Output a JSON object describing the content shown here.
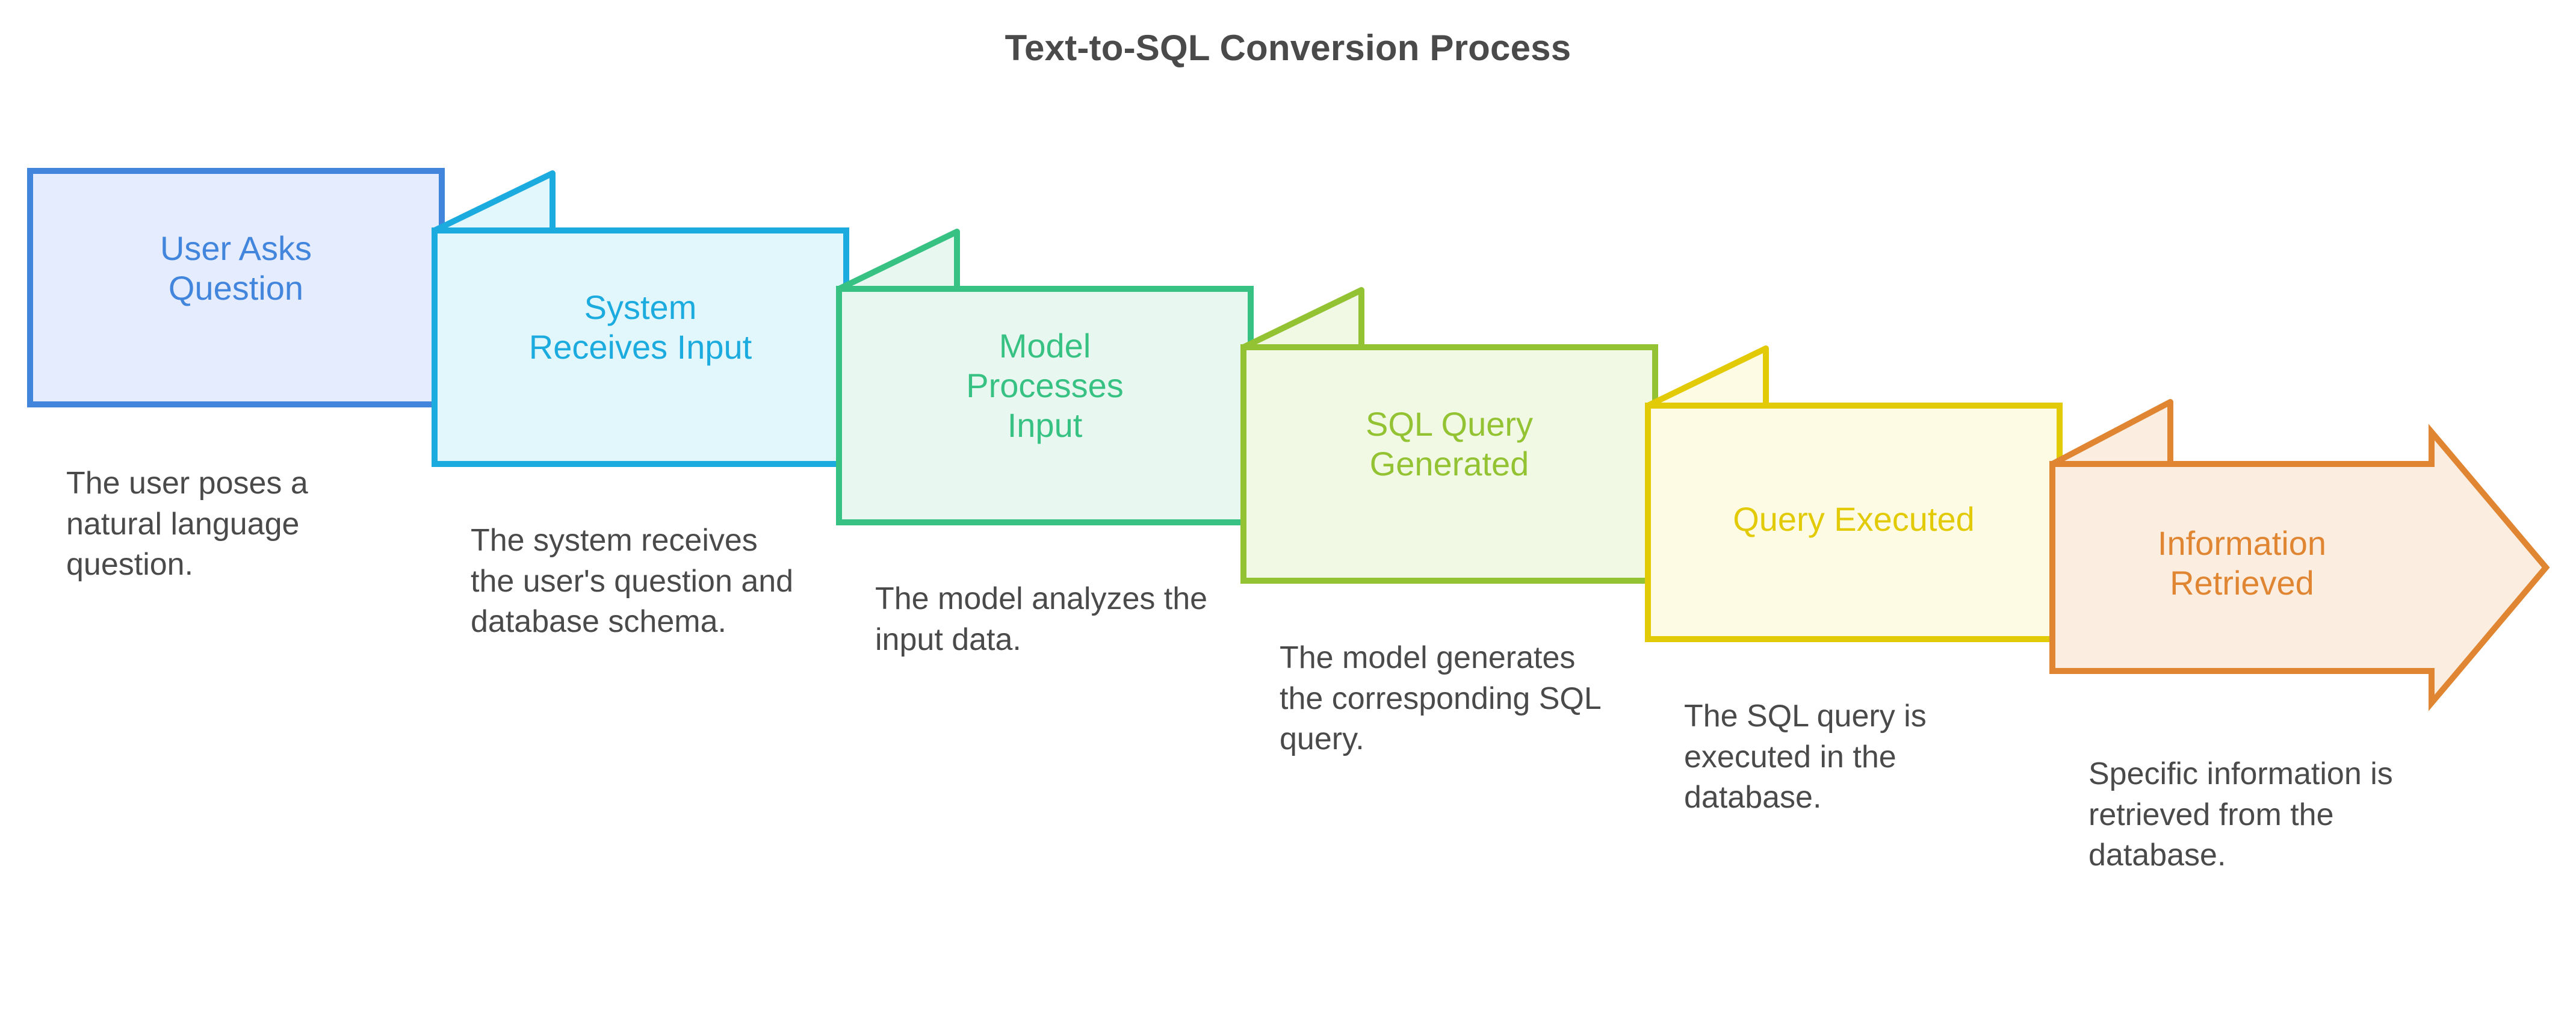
{
  "title": "Text-to-SQL Conversion Process",
  "background": "#ffffff",
  "title_color": "#4a4a4a",
  "description_color": "#4a4a4a",
  "chart_data": {
    "type": "diagram",
    "diagram_kind": "process-flow-ribbon-chevron",
    "title": "Text-to-SQL Conversion Process",
    "orientation": "left-to-right-descending-staircase",
    "step_count": 6,
    "steps": [
      {
        "index": 1,
        "label": "User Asks\nQuestion",
        "label_line1": "User Asks",
        "label_line2": "Question",
        "description": "The user poses a natural language question.",
        "shape": "rectangle",
        "stroke": "#4285dd",
        "fill": "#e4ecfd",
        "text_color": "#4285dd"
      },
      {
        "index": 2,
        "label": "System\nReceives Input",
        "label_line1": "System",
        "label_line2": "Receives Input",
        "description": "The system receives the user's question and database schema.",
        "shape": "ribbon-fold",
        "stroke": "#1cabdf",
        "fill": "#e2f7fc",
        "text_color": "#1cabdf"
      },
      {
        "index": 3,
        "label": "Model\nProcesses\nInput",
        "label_line1": "Model",
        "label_line2": "Processes",
        "label_line3": "Input",
        "description": "The model analyzes the input data.",
        "shape": "ribbon-fold",
        "stroke": "#37c283",
        "fill": "#e8f8f0",
        "text_color": "#37c283"
      },
      {
        "index": 4,
        "label": "SQL Query\nGenerated",
        "label_line1": "SQL Query",
        "label_line2": "Generated",
        "description": "The model generates the corresponding SQL query.",
        "shape": "ribbon-fold",
        "stroke": "#93c332",
        "fill": "#f1f8e4",
        "text_color": "#93c332"
      },
      {
        "index": 5,
        "label": "Query Executed",
        "label_line1": "Query Executed",
        "description": "The SQL query is executed in the database.",
        "shape": "ribbon-fold",
        "stroke": "#e2cb06",
        "fill": "#fdfbe3",
        "text_color": "#e2cb06"
      },
      {
        "index": 6,
        "label": "Information\nRetrieved",
        "label_line1": "Information",
        "label_line2": "Retrieved",
        "description": "Specific information is retrieved from the database.",
        "shape": "ribbon-fold-arrow",
        "stroke": "#e08531",
        "fill": "#fbeee1",
        "text_color": "#e08531"
      }
    ]
  }
}
